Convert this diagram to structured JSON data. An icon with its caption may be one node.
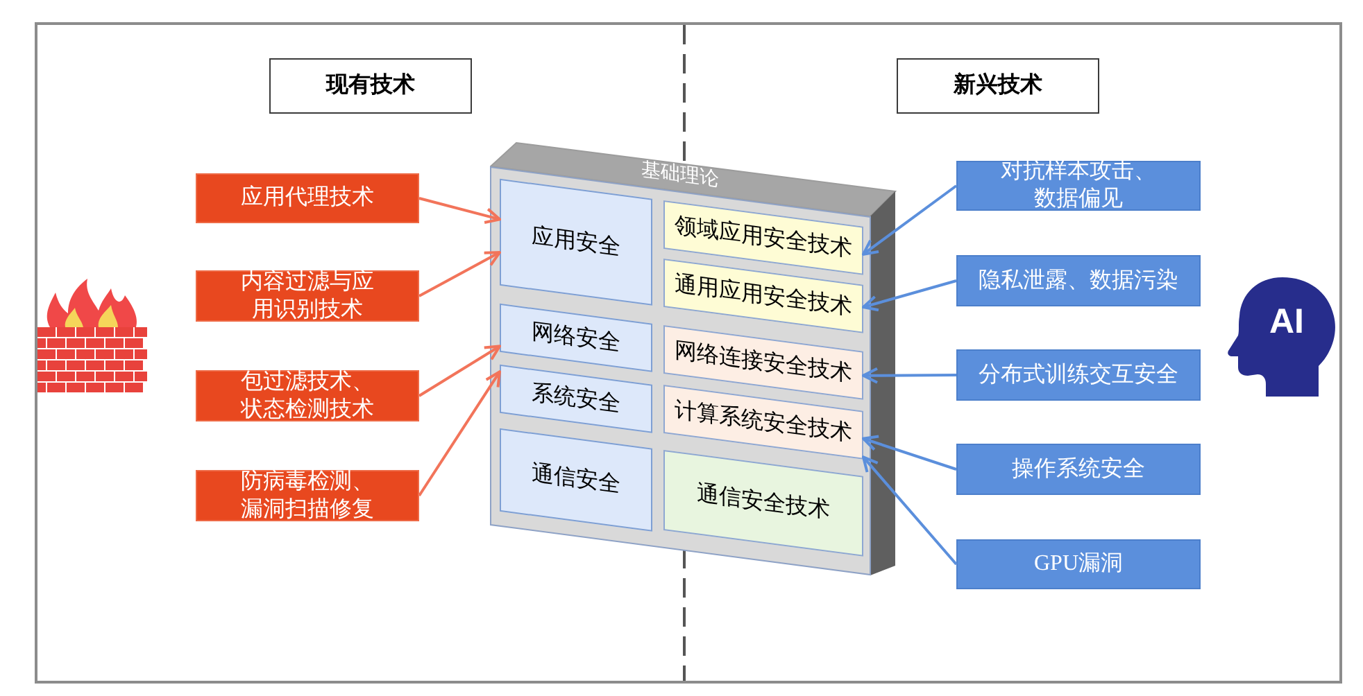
{
  "diagram": {
    "nodes": [
      {
        "text": [
          "现有技术"
        ]
      },
      {
        "text": [
          "新兴技术"
        ]
      },
      {
        "text": [
          "应用代理技术"
        ]
      },
      {
        "text": [
          "内容过滤与应用识别技术"
        ]
      },
      {
        "text": [
          "包过滤技术、状态检测技术"
        ]
      },
      {
        "text": [
          "防病毒检测、漏洞扫描修复"
        ]
      },
      {
        "text": [
          "基础理论"
        ]
      },
      {
        "text": [
          "应用安全"
        ],
        "in": 6
      },
      {
        "text": [
          "领域应用安全技术"
        ],
        "in": 6
      },
      {
        "text": [
          "通用应用安全技术"
        ],
        "in": 6
      },
      {
        "text": [
          "网络安全"
        ],
        "in": 6
      },
      {
        "text": [
          "网络连接安全技术"
        ],
        "in": 6
      },
      {
        "text": [
          "系统安全"
        ],
        "in": 6
      },
      {
        "text": [
          "计算系统安全技术"
        ],
        "in": 6
      },
      {
        "text": [
          "通信安全"
        ],
        "in": 6
      },
      {
        "text": [
          "通信安全技术"
        ],
        "in": 6
      },
      {
        "text": [
          "对抗样本攻击、数据偏见"
        ]
      },
      {
        "text": [
          "隐私泄露、数据污染"
        ]
      },
      {
        "text": [
          "分布式训练交互安全"
        ]
      },
      {
        "text": [
          "操作系统安全"
        ]
      },
      {
        "text": [
          "GPU漏洞"
        ]
      },
      {
        "text": [
          "AI"
        ]
      }
    ],
    "edges": [
      {
        "from": 2,
        "to": 7,
        "arrow": "to",
        "color": "#f2745a"
      },
      {
        "from": 3,
        "to": 7,
        "arrow": "to",
        "color": "#f2745a"
      },
      {
        "from": 4,
        "to": 10,
        "arrow": "to",
        "color": "#f2745a"
      },
      {
        "from": 5,
        "to": 12,
        "arrow": "to",
        "color": "#f2745a"
      },
      {
        "from": 16,
        "to": 8,
        "arrow": "to"
      },
      {
        "from": 17,
        "to": 9,
        "arrow": "to"
      },
      {
        "from": 18,
        "to": 11,
        "arrow": "to"
      },
      {
        "from": 19,
        "to": 13,
        "arrow": "to"
      },
      {
        "from": 20,
        "to": 13,
        "arrow": "to"
      }
    ]
  }
}
